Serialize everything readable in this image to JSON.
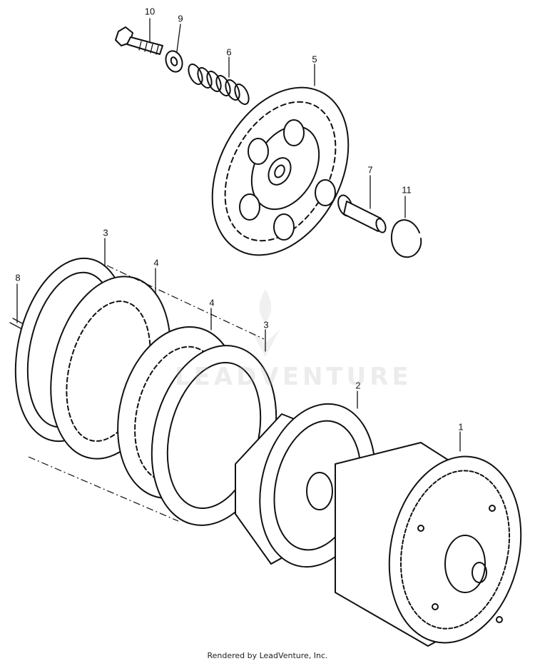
{
  "callouts": [
    {
      "id": "c10",
      "label": "10"
    },
    {
      "id": "c9",
      "label": "9"
    },
    {
      "id": "c6",
      "label": "6"
    },
    {
      "id": "c5",
      "label": "5"
    },
    {
      "id": "c7",
      "label": "7"
    },
    {
      "id": "c11",
      "label": "11"
    },
    {
      "id": "c3a",
      "label": "3"
    },
    {
      "id": "c8",
      "label": "8"
    },
    {
      "id": "c4a",
      "label": "4"
    },
    {
      "id": "c4b",
      "label": "4"
    },
    {
      "id": "c3b",
      "label": "3"
    },
    {
      "id": "c2",
      "label": "2"
    },
    {
      "id": "c1",
      "label": "1"
    }
  ],
  "footer": {
    "text": "Rendered by LeadVenture, Inc."
  },
  "watermark": {
    "text": "LEADVENTURE"
  }
}
